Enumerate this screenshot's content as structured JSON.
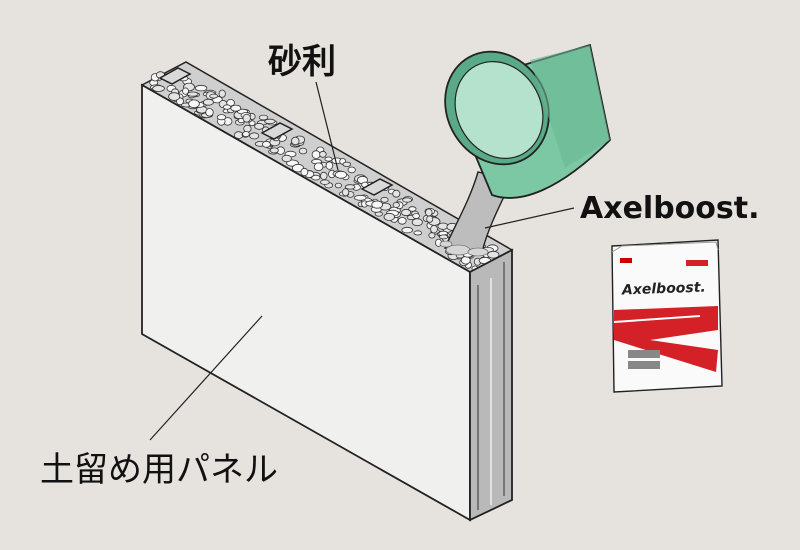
{
  "labels": {
    "gravel": "砂利",
    "product": "Axelboost.",
    "panel": "土留め用パネル"
  },
  "bag": {
    "brand": "Axelboost."
  },
  "colors": {
    "background": "#e6e2de",
    "panel_face": "#f0f0ef",
    "panel_side": "#b9b9b9",
    "bucket": "#6fbf9a",
    "bucket_inner": "#a9dcc4",
    "pour_stream": "#bdbdbd",
    "bag_red": "#d42027",
    "line": "#222222"
  }
}
